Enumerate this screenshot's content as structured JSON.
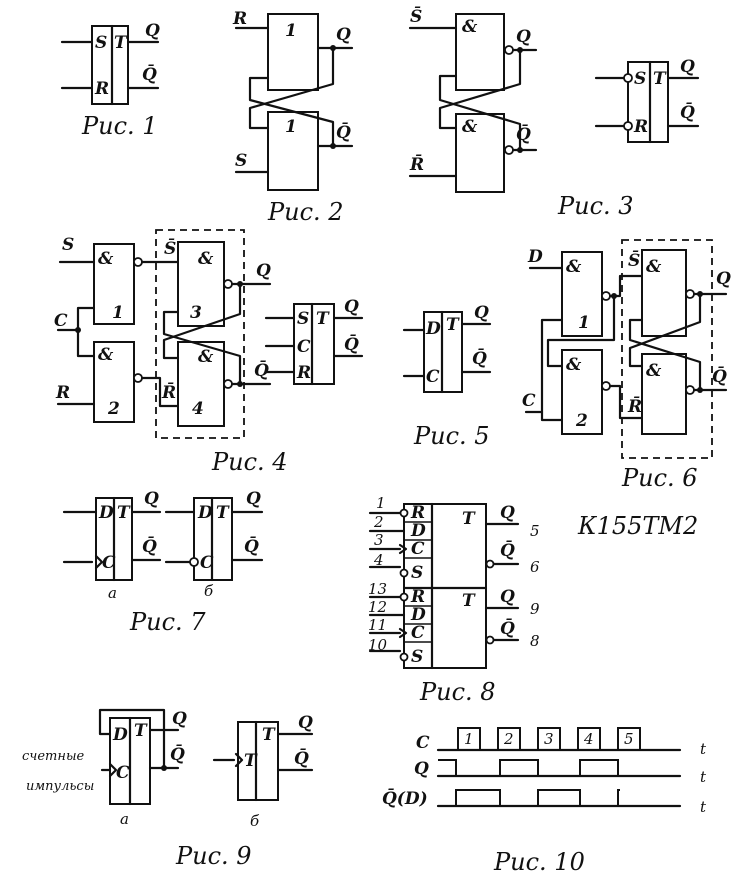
{
  "figures": {
    "fig1": {
      "caption": "Рис. 1",
      "cells": [
        "S",
        "T",
        "R"
      ],
      "outputs": [
        "Q",
        "Q̄"
      ]
    },
    "fig2": {
      "caption": "Рис. 2",
      "inputs": [
        "R",
        "S"
      ],
      "gates": [
        "1",
        "1"
      ],
      "outputs": [
        "Q",
        "Q̄"
      ]
    },
    "fig3": {
      "caption": "Рис. 3",
      "inputs": [
        "S̄",
        "R̄"
      ],
      "gates": [
        "&",
        "&"
      ],
      "outputs": [
        "Q",
        "Q̄"
      ],
      "symbol": {
        "cells": [
          "S",
          "T",
          "R"
        ],
        "outputs": [
          "Q",
          "Q̄"
        ]
      }
    },
    "fig4": {
      "caption": "Рис. 4",
      "inputs": [
        "S",
        "C",
        "R"
      ],
      "gates": [
        {
          "type": "&",
          "num": "1"
        },
        {
          "type": "&",
          "num": "2"
        },
        {
          "type": "&",
          "num": "3"
        },
        {
          "type": "&",
          "num": "4"
        }
      ],
      "inner_labels": [
        "S̄",
        "R̄"
      ],
      "outputs": [
        "Q",
        "Q̄"
      ],
      "symbol": {
        "cells": [
          "S",
          "C",
          "R",
          "T"
        ],
        "outputs": [
          "Q",
          "Q̄"
        ]
      }
    },
    "fig5": {
      "caption": "Рис. 5",
      "cells": [
        "D",
        "C",
        "T"
      ],
      "outputs": [
        "Q",
        "Q̄"
      ]
    },
    "fig6": {
      "caption": "Рис. 6",
      "inputs": [
        "D",
        "C"
      ],
      "gates": [
        {
          "type": "&",
          "num": "1"
        },
        {
          "type": "&",
          "num": "2"
        },
        {
          "type": "&",
          "num": ""
        },
        {
          "type": "&",
          "num": ""
        }
      ],
      "inner_labels": [
        "S̄",
        "R̄"
      ],
      "outputs": [
        "Q",
        "Q̄"
      ]
    },
    "fig7": {
      "caption": "Рис. 7",
      "variants": [
        {
          "tag": "а",
          "cells": [
            "D",
            "T",
            "C"
          ],
          "outputs": [
            "Q",
            "Q̄"
          ]
        },
        {
          "tag": "б",
          "cells": [
            "D",
            "T",
            "C"
          ],
          "outputs": [
            "Q",
            "Q̄"
          ]
        }
      ]
    },
    "fig8": {
      "caption": "Рис. 8",
      "chip": "К155ТМ2",
      "top": {
        "pins_in": [
          "1",
          "2",
          "3",
          "4"
        ],
        "cells": [
          "R",
          "D",
          "C",
          "S"
        ],
        "title": "T",
        "outputs": [
          "Q",
          "Q̄"
        ],
        "pins_out": [
          "5",
          "6"
        ]
      },
      "bottom": {
        "pins_in": [
          "13",
          "12",
          "11",
          "10"
        ],
        "cells": [
          "R",
          "D",
          "C",
          "S"
        ],
        "title": "T",
        "outputs": [
          "Q",
          "Q̄"
        ],
        "pins_out": [
          "9",
          "8"
        ]
      }
    },
    "fig9": {
      "caption": "Рис. 9",
      "input_label_1": "счетные",
      "input_label_2": "импульсы",
      "variants": [
        {
          "tag": "а",
          "cells": [
            "D",
            "T",
            "C"
          ],
          "outputs": [
            "Q",
            "Q̄"
          ]
        },
        {
          "tag": "б",
          "cells": [
            "T",
            "T"
          ],
          "outputs": [
            "Q",
            "Q̄"
          ]
        }
      ]
    },
    "fig10": {
      "caption": "Рис. 10",
      "signals": [
        "C",
        "Q",
        "Q̄(D)"
      ],
      "time_axis": "t",
      "clock_pulse_numbers": [
        "1",
        "2",
        "3",
        "4",
        "5"
      ]
    }
  }
}
